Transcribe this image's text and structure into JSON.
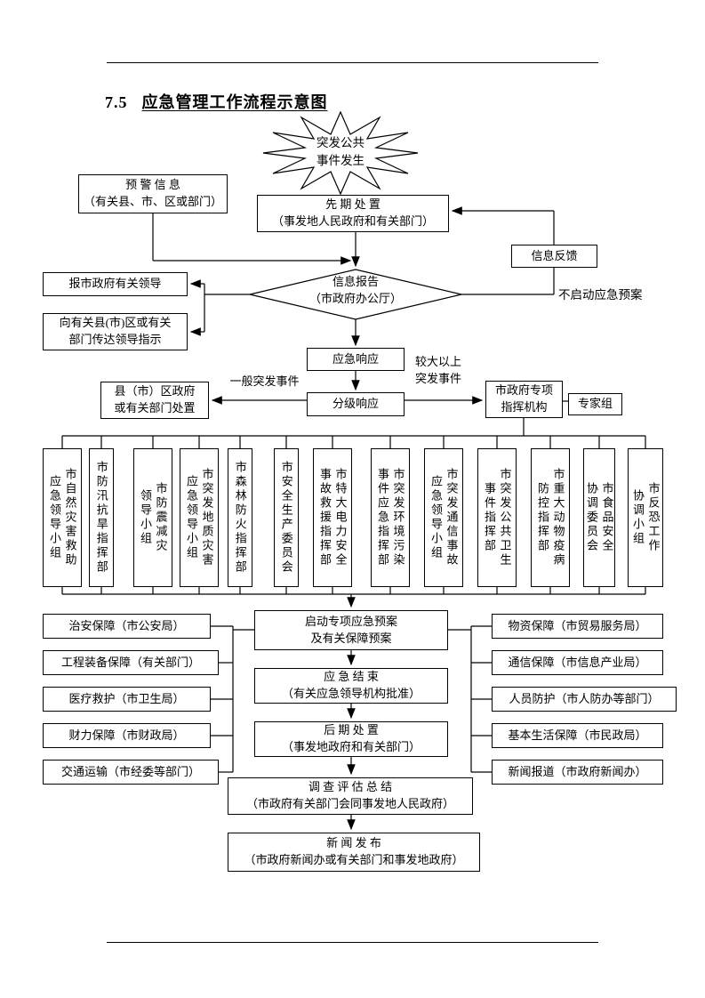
{
  "page": {
    "title_number": "7.5",
    "title_text": "应急管理工作流程示意图"
  },
  "flow": {
    "burst": "突发公共\n事件发生",
    "warning_info": "预  警  信  息\n（有关县、市、区或部门）",
    "initial_disposal": "先 期 处 置\n（事发地人民政府和有关部门）",
    "feedback": "信息反馈",
    "report_leaders": "报市政府有关领导",
    "info_report": "信息报告\n（市政府办公厅）",
    "no_plan_label": "不启动应急预案",
    "convey_instructions": "向有关县(市)区或有关\n部门传达领导指示",
    "emergency_response": "应急响应",
    "general_event_label": "一般突发事件",
    "major_event_label": "较大以上\n突发事件",
    "graded_response": "分级响应",
    "county_disposal": "县（市）区政府\n或有关部门处置",
    "special_command": "市政府专项\n指挥机构",
    "expert_group": "专家组",
    "committees": [
      "市自然灾害救助\n应急领导小组",
      "市防汛抗旱指挥部",
      "市防震减灾\n领导小组",
      "市突发地质灾害\n应急领导小组",
      "市森林防火指挥部",
      "市安全生产委员会",
      "市特大电力安全\n事故救援指挥部",
      "市突发环境污染\n事件应急指挥部",
      "市突发通信事故\n应急领导小组",
      "市突发公共卫生\n事件指挥部",
      "市重大动物疫病\n防控指挥部",
      "市食品安全\n协调委员会",
      "市反恐工作\n协调小组"
    ],
    "launch_plan": "启动专项应急预案\n及有关保障预案",
    "left_supports": [
      "治安保障（市公安局）",
      "工程装备保障（有关部门）",
      "医疗救护（市卫生局）",
      "财力保障（市财政局）",
      "交通运输（市经委等部门）"
    ],
    "right_supports": [
      "物资保障（市贸易服务局）",
      "通信保障（市信息产业局）",
      "人员防护（市人防办等部门）",
      "基本生活保障（市民政局）",
      "新闻报道（市政府新闻办）"
    ],
    "end_phase": "应 急 结 束\n（有关应急领导机构批准）",
    "post_phase": "后 期 处 置\n（事发地政府和有关部门）",
    "evaluation": "调 查 评 估 总 结\n（市政府有关部门会同事发地人民政府）",
    "news_release": "新  闻  发  布\n（市政府新闻办或有关部门和事发地政府）"
  }
}
